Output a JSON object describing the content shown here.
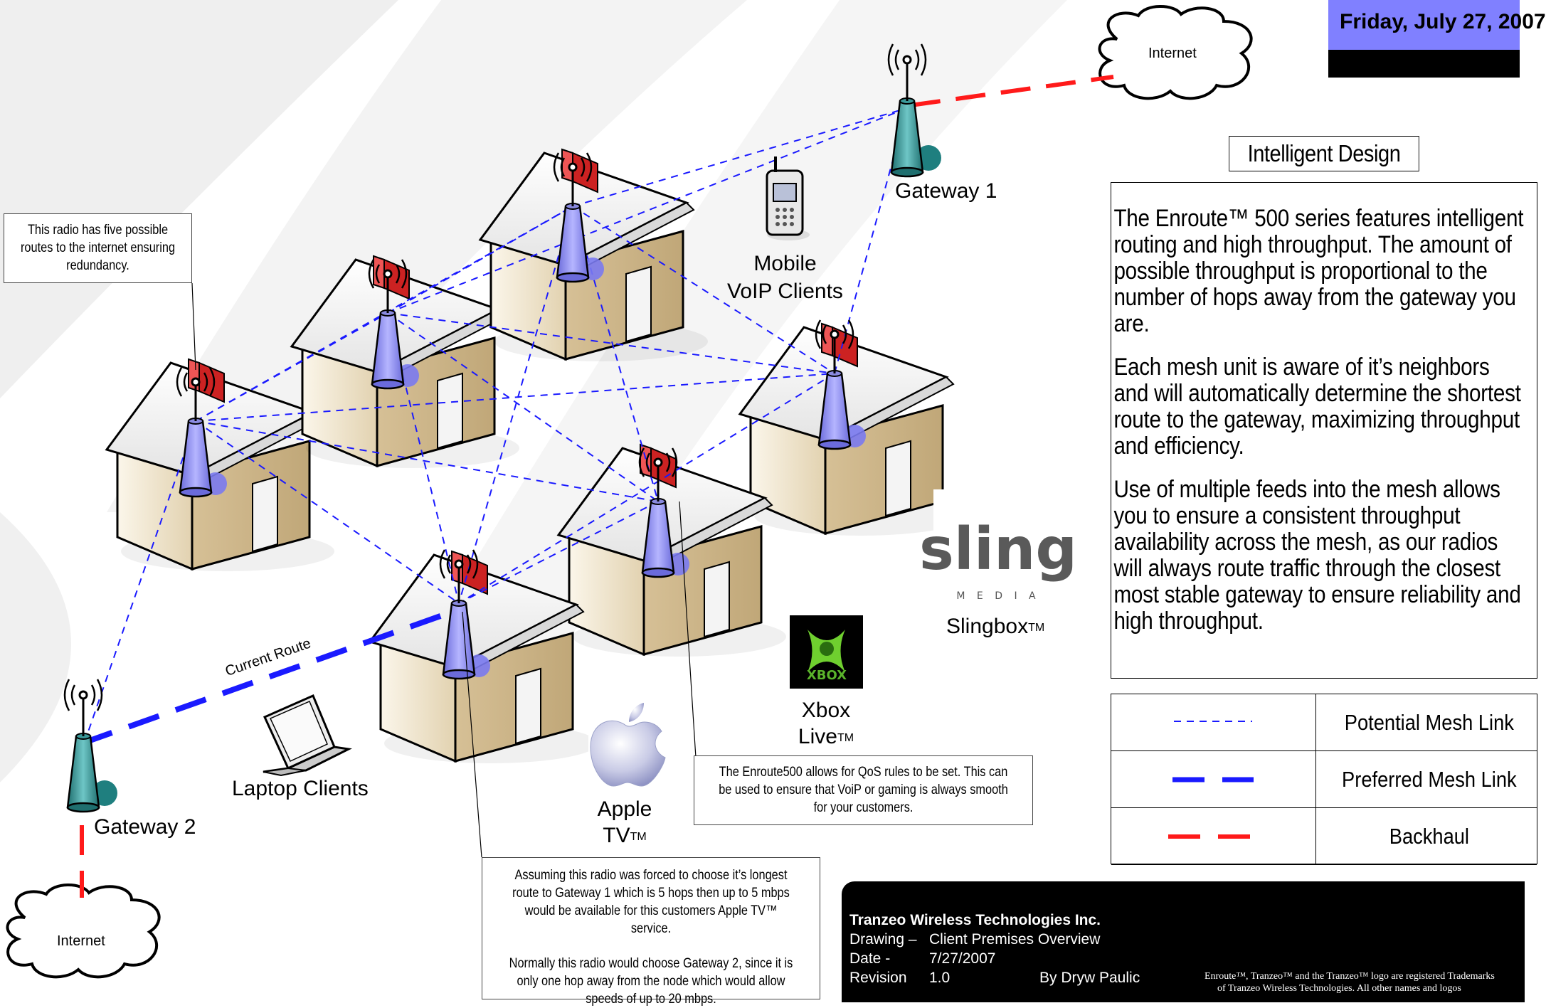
{
  "header": {
    "date": "Friday, July 27, 2007"
  },
  "design_section": {
    "title": "Intelligent Design",
    "paragraphs": [
      "The Enroute™ 500 series features intelligent routing and high throughput. The amount of possible throughput is proportional to the number of hops away from the gateway you are.",
      "Each mesh unit is aware of it’s neighbors and will automatically determine the shortest route to the gateway, maximizing throughput and efficiency.",
      "Use of multiple feeds into the mesh allows you to ensure a consistent throughput availability across the mesh, as our radios will always route traffic through the closest most stable gateway to ensure reliability and high throughput."
    ]
  },
  "legend": [
    {
      "label": "Potential Mesh Link",
      "style": "dashed-thin",
      "color": "#1a1aff"
    },
    {
      "label": "Preferred Mesh Link",
      "style": "dashed-thick",
      "color": "#1a1aff"
    },
    {
      "label": "Backhaul",
      "style": "dashed-thick",
      "color": "#ff1a1a"
    }
  ],
  "diagram": {
    "gateway_1": "Gateway 1",
    "gateway_2": "Gateway 2",
    "internet_top": "Internet",
    "internet_bottom": "Internet",
    "current_route": "Current Route",
    "mobile_clients": [
      "Mobile",
      "VoIP Clients"
    ],
    "laptop_clients": "Laptop Clients",
    "slingbox": "Slingbox",
    "slingbox_tm": "TM",
    "xbox": [
      "Xbox",
      "Live"
    ],
    "xbox_tm": "TM",
    "apple_tv": [
      "Apple",
      "TV"
    ],
    "apple_tm": "TM",
    "sling_logo_text": "sling",
    "sling_logo_sub": "M E D I A",
    "xbox_logo_text": "XBOX"
  },
  "callouts": {
    "five_routes": "This radio has five possible routes to the internet ensuring redundancy.",
    "qos": "The Enroute500 allows for QoS rules to be set. This can be used to ensure that VoiP or gaming is always smooth for your customers.",
    "longest_route": "Assuming this radio was forced to choose it’s longest route to Gateway 1 which is 5 hops then up to 5 mbps would be available for this customers Apple TV™ service.",
    "shortest_route": "Normally this radio would choose Gateway 2, since it is only one hop away from the node which would allow speeds of up to 20 mbps."
  },
  "title_block": {
    "company": "Tranzeo Wireless Technologies Inc.",
    "drawing_label": "Drawing –",
    "drawing_value": "Client Premises Overview",
    "date_label": "Date -",
    "date_value": "7/27/2007",
    "revision_label": "Revision",
    "revision_value": "1.0",
    "author": "By Dryw Paulic",
    "legal_line1": "Enroute™, Tranzeo™ and the Tranzeo™ logo are  registered Trademarks",
    "legal_line2": "of Tranzeo Wireless Technologies. All other names and logos"
  }
}
